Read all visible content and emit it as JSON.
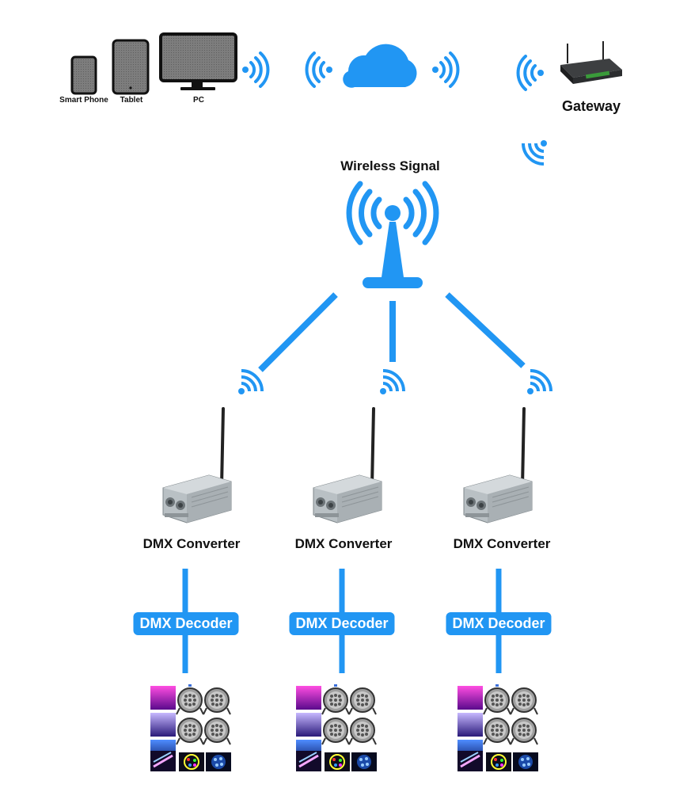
{
  "devices": {
    "smartphone_label": "Smart Phone",
    "tablet_label": "Tablet",
    "pc_label": "PC"
  },
  "gateway": {
    "label": "Gateway"
  },
  "antenna": {
    "label": "Wireless Signal"
  },
  "branches": [
    {
      "converter_label": "DMX Converter",
      "decoder_label": "DMX Decoder"
    },
    {
      "converter_label": "DMX Converter",
      "decoder_label": "DMX Decoder"
    },
    {
      "converter_label": "DMX Converter",
      "decoder_label": "DMX Decoder"
    }
  ],
  "colors": {
    "accent": "#2196f3",
    "device_body": "#7a7a7a",
    "device_frame": "#111111"
  }
}
